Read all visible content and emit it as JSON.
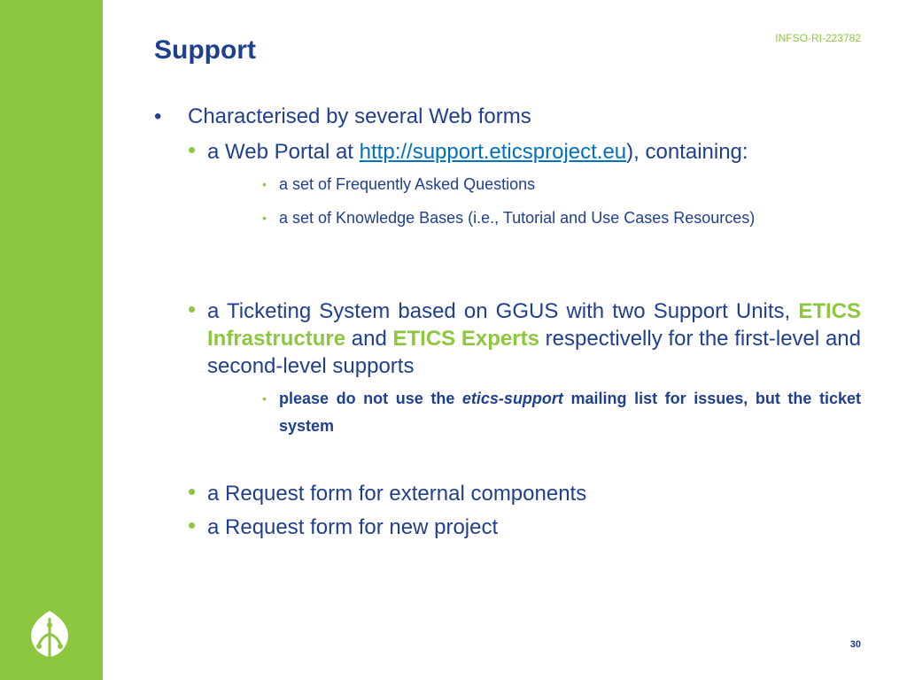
{
  "header": {
    "title": "Support",
    "code": "INFSO-RI-223782"
  },
  "footer": {
    "page_number": "30"
  },
  "content": {
    "l1": "Characterised by several Web forms",
    "web_portal": {
      "pre": "a Web Portal at ",
      "link": "http://support.eticsproject.eu",
      "post": "), containing:"
    },
    "faq": "a set of Frequently Asked Questions",
    "kb": "a set of Knowledge Bases (i.e., Tutorial and Use Cases Resources)",
    "ticketing": {
      "pre": "a Ticketing System based on GGUS with two Support Units, ",
      "unit1": "ETICS Infrastructure",
      "mid": " and ",
      "unit2": "ETICS Experts",
      "post": " respectivelly for the first-level and second-level supports"
    },
    "note": {
      "pre": "please do not use the ",
      "em": "etics-support",
      "post": " mailing list for issues, but the ticket system"
    },
    "request1": "a Request form for external components",
    "request2": "a Request form for new project"
  },
  "colors": {
    "sidebar": "#8dc63f",
    "text": "#1f3f8f",
    "accent": "#8dc63f",
    "link": "#0070c0"
  },
  "icons": {
    "bullet_l1": "•",
    "bullet_l2": "•",
    "bullet_l3": "•",
    "logo": "leaf-logo-icon"
  }
}
